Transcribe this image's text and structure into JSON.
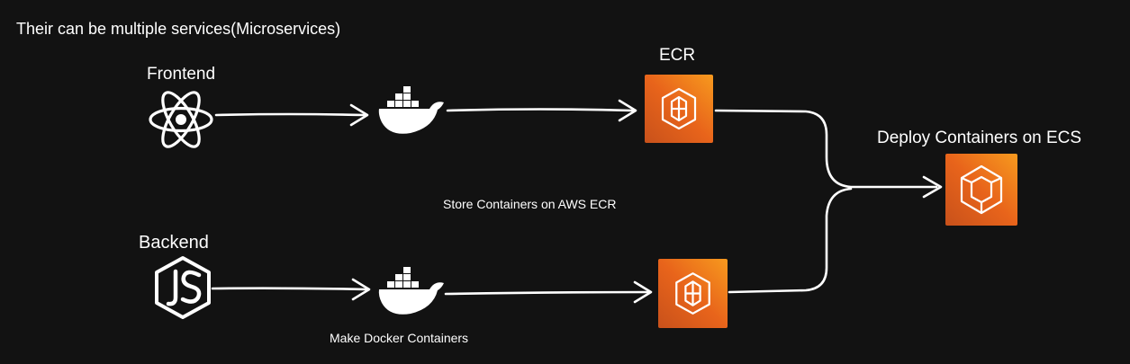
{
  "header": "Their can be multiple services(Microservices)",
  "nodes": {
    "frontend_label": "Frontend",
    "backend_label": "Backend",
    "ecr_label": "ECR",
    "ecs_label": "Deploy Containers on ECS"
  },
  "annotations": {
    "store": "Store Containers on AWS ECR",
    "make": "Make Docker Containers"
  },
  "icons": {
    "frontend": "react-icon",
    "backend": "nodejs-icon",
    "docker": "docker-whale-icon",
    "ecr": "aws-ecr-icon",
    "ecs": "aws-ecs-icon"
  },
  "colors": {
    "background": "#121212",
    "aws_orange": "#e8641b",
    "line": "#ffffff"
  }
}
